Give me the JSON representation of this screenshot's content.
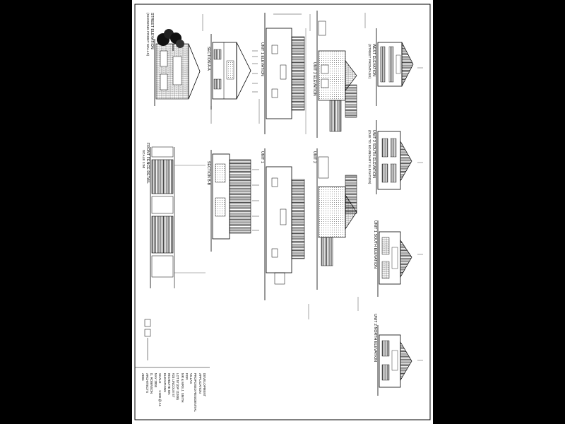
{
  "sheet": {
    "border_color": "#000000",
    "labels": {
      "street_elev": "STREET ELEVATION",
      "existing_front_walls": "(SHOWING FRONT WALLS)",
      "section_aa": "SECTION A-A",
      "unit1_elevation": "UNIT 1 ELEVATION",
      "unit2_elevation": "UNIT 2 ELEVATION",
      "west_elevation": "WEST ELEVATION",
      "west_elevation_sub": "(STREET FRONTAGE)",
      "unit1": "UNIT 1",
      "unit2": "UNIT 2",
      "section_bb": "SECTION B-B",
      "fence_detail": "FRONT FENCE DETAIL",
      "fence_scale": "SCALE 1:50",
      "unit2_south": "UNIT 2 SOUTH ELEVATION",
      "unit2_south_sub": "(DUE TO BOUNDARY ELEVATION)",
      "unit1_south": "UNIT 1 SOUTH ELEVATION",
      "unit2_north": "UNIT 2 NORTH ELEVATION"
    },
    "title_block": {
      "development": "DEVELOPMENT",
      "application": "APPLICATION",
      "proposed": "PROPOSED RESIDENTIAL",
      "villas": "VILLAS",
      "for": "FOR",
      "client": "MR & MRS J. SMITH",
      "address_1": "LOT 57 (DP 11208)",
      "address_2": "#23 LINCOLN ST",
      "suburb": "HIGHGATE WA",
      "elevations": "ELEVATIONS",
      "scale": "SCALE",
      "scale_value": "1:100 @ A1",
      "date": "MAY 2003",
      "drawn": "D. ROBINSON",
      "arch": "ARCHITECTS",
      "sheet_no": "AE04"
    }
  }
}
